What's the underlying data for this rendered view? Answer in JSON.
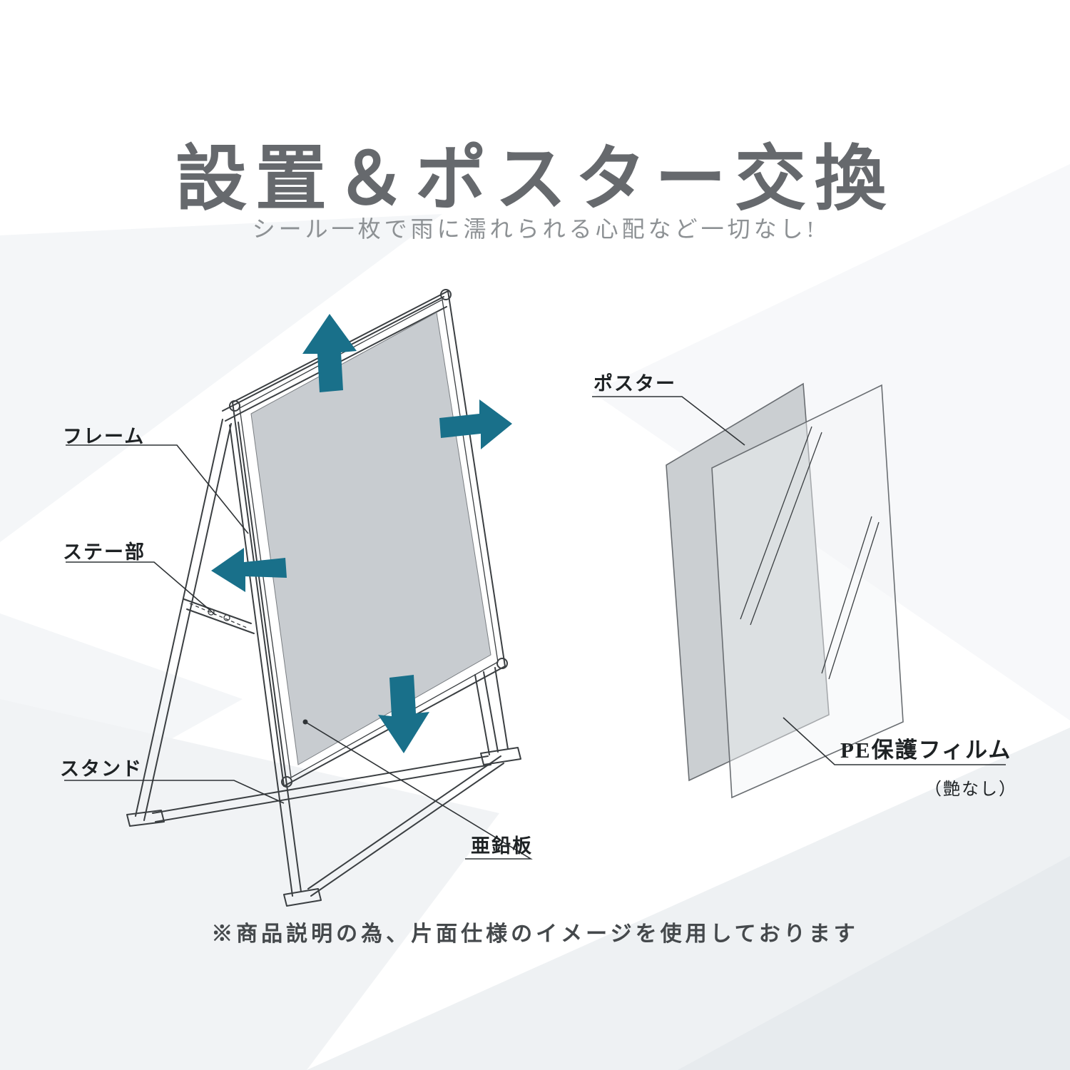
{
  "header": {
    "title": "設置＆ポスター交換",
    "subtitle": "シール一枚で雨に濡れられる心配など一切なし!"
  },
  "stand_labels": {
    "frame": "フレーム",
    "stay": "ステー部",
    "stand": "スタンド",
    "zinc_plate": "亜鉛板"
  },
  "poster_labels": {
    "poster": "ポスター",
    "pe_film": "PE保護フィルム",
    "matte_note": "（艶なし）"
  },
  "footnote": "※商品説明の為、片面仕様のイメージを使用しております",
  "icons": {
    "arrow_up": "poster-slide-up-arrow",
    "arrow_right": "poster-slide-right-arrow",
    "arrow_left": "poster-slide-left-arrow",
    "arrow_down": "poster-slide-down-arrow"
  },
  "colors": {
    "accent_teal": "#19708a",
    "title_gray": "#66696d",
    "line_ink": "#3b3f42",
    "poster_gray": "#c8ccd0"
  }
}
